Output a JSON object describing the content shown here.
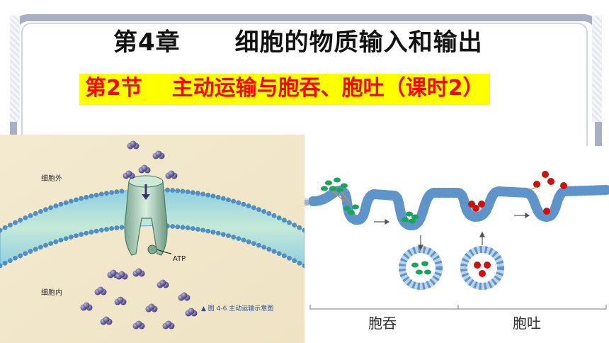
{
  "slide": {
    "chapter_title": "第4章      细胞的物质输入和输出",
    "section_title": "第2节    主动运输与胞吞、胞吐（课时2）"
  },
  "figure_active_transport": {
    "label_outside": "细胞外",
    "label_inside": "细胞内",
    "label_atp": "ATP",
    "caption": "▲ 图 4-6    主动运输示意图"
  },
  "figure_endo_exo": {
    "label_endocytosis": "胞吞",
    "label_exocytosis": "胞吐"
  },
  "colors": {
    "section_bg": "#ffff00",
    "section_text": "#ff0000",
    "frame": "#aab0c4",
    "membrane_blue": "#4a90c8",
    "green_particle": "#1aa35a",
    "red_particle": "#cc1111",
    "purple_molecule": "#5a4f9a"
  }
}
